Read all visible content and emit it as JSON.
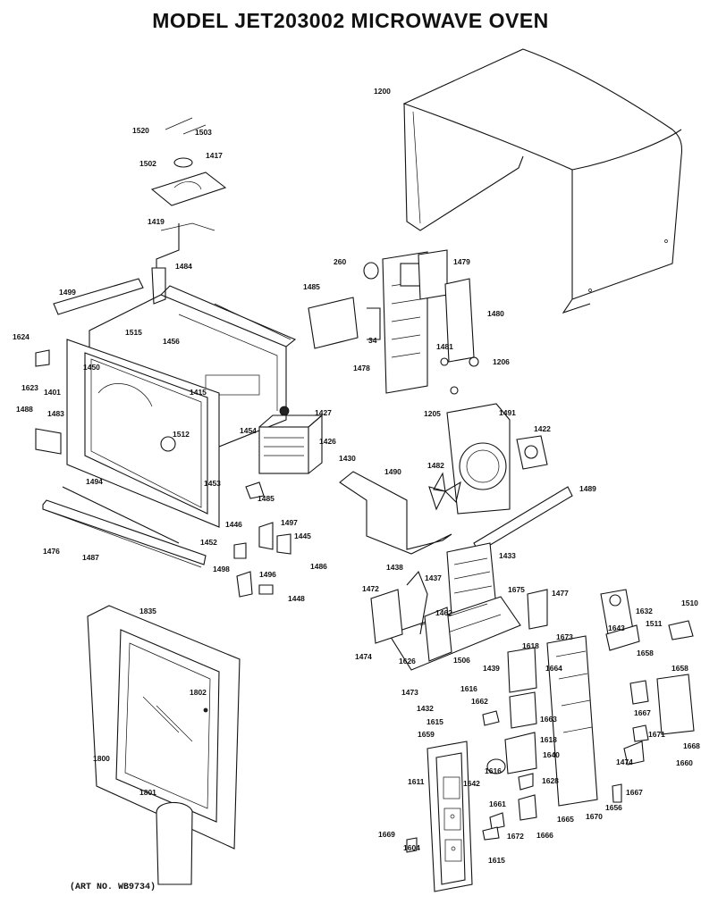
{
  "title": "MODEL  JET203002  MICROWAVE OVEN",
  "art_number": "(ART NO. WB9734)",
  "part_labels": [
    {
      "id": "p1200",
      "text": "1200"
    },
    {
      "id": "p1520",
      "text": "1520"
    },
    {
      "id": "p1503",
      "text": "1503"
    },
    {
      "id": "p1502",
      "text": "1502"
    },
    {
      "id": "p1417",
      "text": "1417"
    },
    {
      "id": "p1419",
      "text": "1419"
    },
    {
      "id": "p1484",
      "text": "1484"
    },
    {
      "id": "p1499",
      "text": "1499"
    },
    {
      "id": "p260",
      "text": "260"
    },
    {
      "id": "p1479",
      "text": "1479"
    },
    {
      "id": "p1485a",
      "text": "1485"
    },
    {
      "id": "p34",
      "text": "34"
    },
    {
      "id": "p1480",
      "text": "1480"
    },
    {
      "id": "p1481",
      "text": "1481"
    },
    {
      "id": "p1206",
      "text": "1206"
    },
    {
      "id": "p1478",
      "text": "1478"
    },
    {
      "id": "p1205",
      "text": "1205"
    },
    {
      "id": "p1624",
      "text": "1624"
    },
    {
      "id": "p1515",
      "text": "1515"
    },
    {
      "id": "p1456",
      "text": "1456"
    },
    {
      "id": "p1450",
      "text": "1450"
    },
    {
      "id": "p1623",
      "text": "1623"
    },
    {
      "id": "p1401",
      "text": "1401"
    },
    {
      "id": "p1415",
      "text": "1415"
    },
    {
      "id": "p1427",
      "text": "1427"
    },
    {
      "id": "p1491",
      "text": "1491"
    },
    {
      "id": "p1422",
      "text": "1422"
    },
    {
      "id": "p1488",
      "text": "1488"
    },
    {
      "id": "p1483",
      "text": "1483"
    },
    {
      "id": "p1512",
      "text": "1512"
    },
    {
      "id": "p1454",
      "text": "1454"
    },
    {
      "id": "p1426",
      "text": "1426"
    },
    {
      "id": "p1430",
      "text": "1430"
    },
    {
      "id": "p1490",
      "text": "1490"
    },
    {
      "id": "p1482",
      "text": "1482"
    },
    {
      "id": "p1489",
      "text": "1489"
    },
    {
      "id": "p1453",
      "text": "1453"
    },
    {
      "id": "p1494",
      "text": "1494"
    },
    {
      "id": "p1485b",
      "text": "1485"
    },
    {
      "id": "p1446",
      "text": "1446"
    },
    {
      "id": "p1497",
      "text": "1497"
    },
    {
      "id": "p1445",
      "text": "1445"
    },
    {
      "id": "p1476",
      "text": "1476"
    },
    {
      "id": "p1487",
      "text": "1487"
    },
    {
      "id": "p1452",
      "text": "1452"
    },
    {
      "id": "p1498",
      "text": "1498"
    },
    {
      "id": "p1486",
      "text": "1486"
    },
    {
      "id": "p1496",
      "text": "1496"
    },
    {
      "id": "p1448",
      "text": "1448"
    },
    {
      "id": "p1433",
      "text": "1433"
    },
    {
      "id": "p1438",
      "text": "1438"
    },
    {
      "id": "p1437",
      "text": "1437"
    },
    {
      "id": "p1472",
      "text": "1472"
    },
    {
      "id": "p1675",
      "text": "1675"
    },
    {
      "id": "p1477",
      "text": "1477"
    },
    {
      "id": "p1632",
      "text": "1632"
    },
    {
      "id": "p1510",
      "text": "1510"
    },
    {
      "id": "p1835",
      "text": "1835"
    },
    {
      "id": "p1462",
      "text": "1462"
    },
    {
      "id": "p1474a",
      "text": "1474"
    },
    {
      "id": "p1626",
      "text": "1626"
    },
    {
      "id": "p1506",
      "text": "1506"
    },
    {
      "id": "p1618a",
      "text": "1618"
    },
    {
      "id": "p1673",
      "text": "1673"
    },
    {
      "id": "p1643",
      "text": "1643"
    },
    {
      "id": "p1511",
      "text": "1511"
    },
    {
      "id": "p1473",
      "text": "1473"
    },
    {
      "id": "p1439",
      "text": "1439"
    },
    {
      "id": "p1664",
      "text": "1664"
    },
    {
      "id": "p1658a",
      "text": "1658"
    },
    {
      "id": "p1658b",
      "text": "1658"
    },
    {
      "id": "p1432",
      "text": "1432"
    },
    {
      "id": "p1616",
      "text": "1616"
    },
    {
      "id": "p1802",
      "text": "1802"
    },
    {
      "id": "p1662",
      "text": "1662"
    },
    {
      "id": "p1667a",
      "text": "1667"
    },
    {
      "id": "p1615",
      "text": "1615"
    },
    {
      "id": "p1663",
      "text": "1663"
    },
    {
      "id": "p1659",
      "text": "1659"
    },
    {
      "id": "p1668",
      "text": "1668"
    },
    {
      "id": "p1671",
      "text": "1671"
    },
    {
      "id": "p1618b",
      "text": "1618"
    },
    {
      "id": "p1474b",
      "text": "1474"
    },
    {
      "id": "p1800",
      "text": "1800"
    },
    {
      "id": "p1640",
      "text": "1640"
    },
    {
      "id": "p1660",
      "text": "1660"
    },
    {
      "id": "p1616b",
      "text": "1616"
    },
    {
      "id": "p1642",
      "text": "1642"
    },
    {
      "id": "p1667b",
      "text": "1667"
    },
    {
      "id": "p1801",
      "text": "1801"
    },
    {
      "id": "p1611",
      "text": "1611"
    },
    {
      "id": "p1628",
      "text": "1628"
    },
    {
      "id": "p1656",
      "text": "1656"
    },
    {
      "id": "p1661",
      "text": "1661"
    },
    {
      "id": "p1665",
      "text": "1665"
    },
    {
      "id": "p1670",
      "text": "1670"
    },
    {
      "id": "p1669",
      "text": "1669"
    },
    {
      "id": "p1672",
      "text": "1672"
    },
    {
      "id": "p1666",
      "text": "1666"
    },
    {
      "id": "p1604",
      "text": "1604"
    },
    {
      "id": "p1615b",
      "text": "1615"
    }
  ]
}
